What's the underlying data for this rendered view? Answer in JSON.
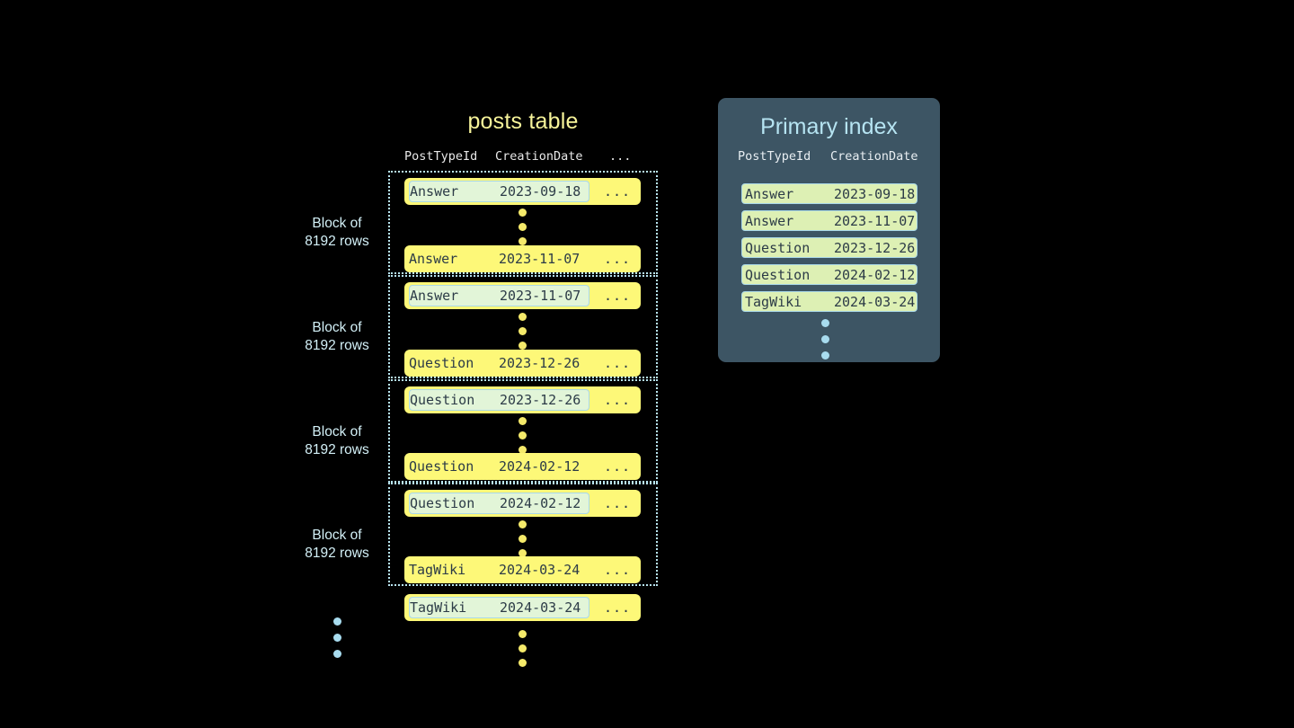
{
  "posts_table": {
    "title": "posts table",
    "columns": [
      "PostTypeId",
      "CreationDate",
      "..."
    ],
    "more_cell": "...",
    "blocks": [
      {
        "label_line1": "Block of",
        "label_line2": "8192 rows",
        "first_row": {
          "post_type_id": "Answer",
          "creation_date": "2023-09-18",
          "more": "...",
          "highlighted": true
        },
        "last_row": {
          "post_type_id": "Answer",
          "creation_date": "2023-11-07",
          "more": "...",
          "highlighted": false
        }
      },
      {
        "label_line1": "Block of",
        "label_line2": "8192 rows",
        "first_row": {
          "post_type_id": "Answer",
          "creation_date": "2023-11-07",
          "more": "...",
          "highlighted": true
        },
        "last_row": {
          "post_type_id": "Question",
          "creation_date": "2023-12-26",
          "more": "...",
          "highlighted": false
        }
      },
      {
        "label_line1": "Block of",
        "label_line2": "8192 rows",
        "first_row": {
          "post_type_id": "Question",
          "creation_date": "2023-12-26",
          "more": "...",
          "highlighted": true
        },
        "last_row": {
          "post_type_id": "Question",
          "creation_date": "2024-02-12",
          "more": "...",
          "highlighted": false
        }
      },
      {
        "label_line1": "Block of",
        "label_line2": "8192 rows",
        "first_row": {
          "post_type_id": "Question",
          "creation_date": "2024-02-12",
          "more": "...",
          "highlighted": true
        },
        "last_row": {
          "post_type_id": "TagWiki",
          "creation_date": "2024-03-24",
          "more": "...",
          "highlighted": false
        }
      }
    ],
    "trailing_row": {
      "post_type_id": "TagWiki",
      "creation_date": "2024-03-24",
      "more": "...",
      "highlighted": true
    }
  },
  "primary_index": {
    "title": "Primary index",
    "columns": [
      "PostTypeId",
      "CreationDate"
    ],
    "rows": [
      {
        "post_type_id": "Answer",
        "creation_date": "2023-09-18"
      },
      {
        "post_type_id": "Answer",
        "creation_date": "2023-11-07"
      },
      {
        "post_type_id": "Question",
        "creation_date": "2023-12-26"
      },
      {
        "post_type_id": "Question",
        "creation_date": "2024-02-12"
      },
      {
        "post_type_id": "TagWiki",
        "creation_date": "2024-03-24"
      }
    ]
  },
  "colors": {
    "background": "#000000",
    "row_yellow": "#fdf878",
    "row_highlight_fill": "#e2f5d8",
    "row_highlight_border": "#a9d8e8",
    "index_panel": "#3d5564",
    "index_row_fill": "#ddf0b4",
    "accent_blue": "#b6e4f2",
    "title_yellow": "#f7f49a",
    "dot_yellow": "#f5ea6a",
    "dot_blue": "#a8dcef"
  }
}
